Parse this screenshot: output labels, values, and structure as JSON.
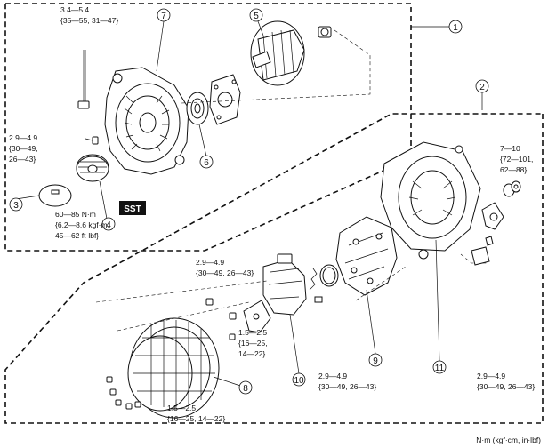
{
  "callouts": [
    "1",
    "2",
    "3",
    "4",
    "5",
    "6",
    "7",
    "8",
    "9",
    "10",
    "11"
  ],
  "torque_specs": {
    "bolt_top_l1": "3.4—5.4",
    "bolt_top_l2": "{35—55, 31—47}",
    "screw_left_l1": "2.9—4.9",
    "screw_left_l2": "{30—49,",
    "screw_left_l3": "26—43}",
    "pulley_nut_l1": "60—85 N·m",
    "pulley_nut_l2": "{6.2—8.6 kgf·m,",
    "pulley_nut_l3": "45—62 ft·lbf}",
    "terminal_nut_l1": "7—10",
    "terminal_nut_l2": "{72—101,",
    "terminal_nut_l3": "62—88}",
    "regulator_screw_l1": "2.9—4.9",
    "regulator_screw_l2": "{30—49, 26—43}",
    "stator_screw_a_l1": "1.5—2.5",
    "stator_screw_a_l2": "{16—25,",
    "stator_screw_a_l3": "14—22}",
    "stator_screw_b_l1": "1.5—2.5",
    "stator_screw_b_l2": "{16—25, 14—22}",
    "rectifier_screw_l1": "2.9—4.9",
    "rectifier_screw_l2": "{30—49, 26—43}",
    "rear_cover_screw_l1": "2.9—4.9",
    "rear_cover_screw_l2": "{30—49, 26—43}"
  },
  "sst_label": "SST",
  "units_note": "N·m (kgf·cm, in·lbf)"
}
